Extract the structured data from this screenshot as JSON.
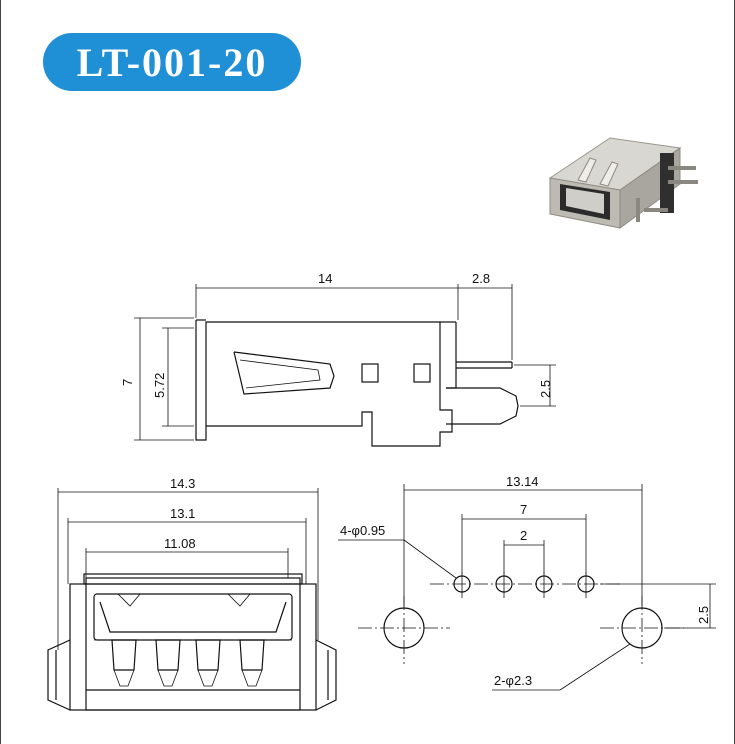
{
  "title": "LT-001-20",
  "dimensions": {
    "side_length": "14",
    "side_pin": "2.8",
    "side_height": "7",
    "side_inner_height": "5.72",
    "side_pin_offset": "2.5",
    "front_outer": "14.3",
    "front_mid": "13.1",
    "front_inner": "11.08",
    "pcb_span": "13.14",
    "pcb_pin_span": "7",
    "pcb_pitch": "2",
    "pcb_row_offset": "2.5",
    "pin_hole": "4-φ0.95",
    "mount_hole": "2-φ2.3"
  }
}
